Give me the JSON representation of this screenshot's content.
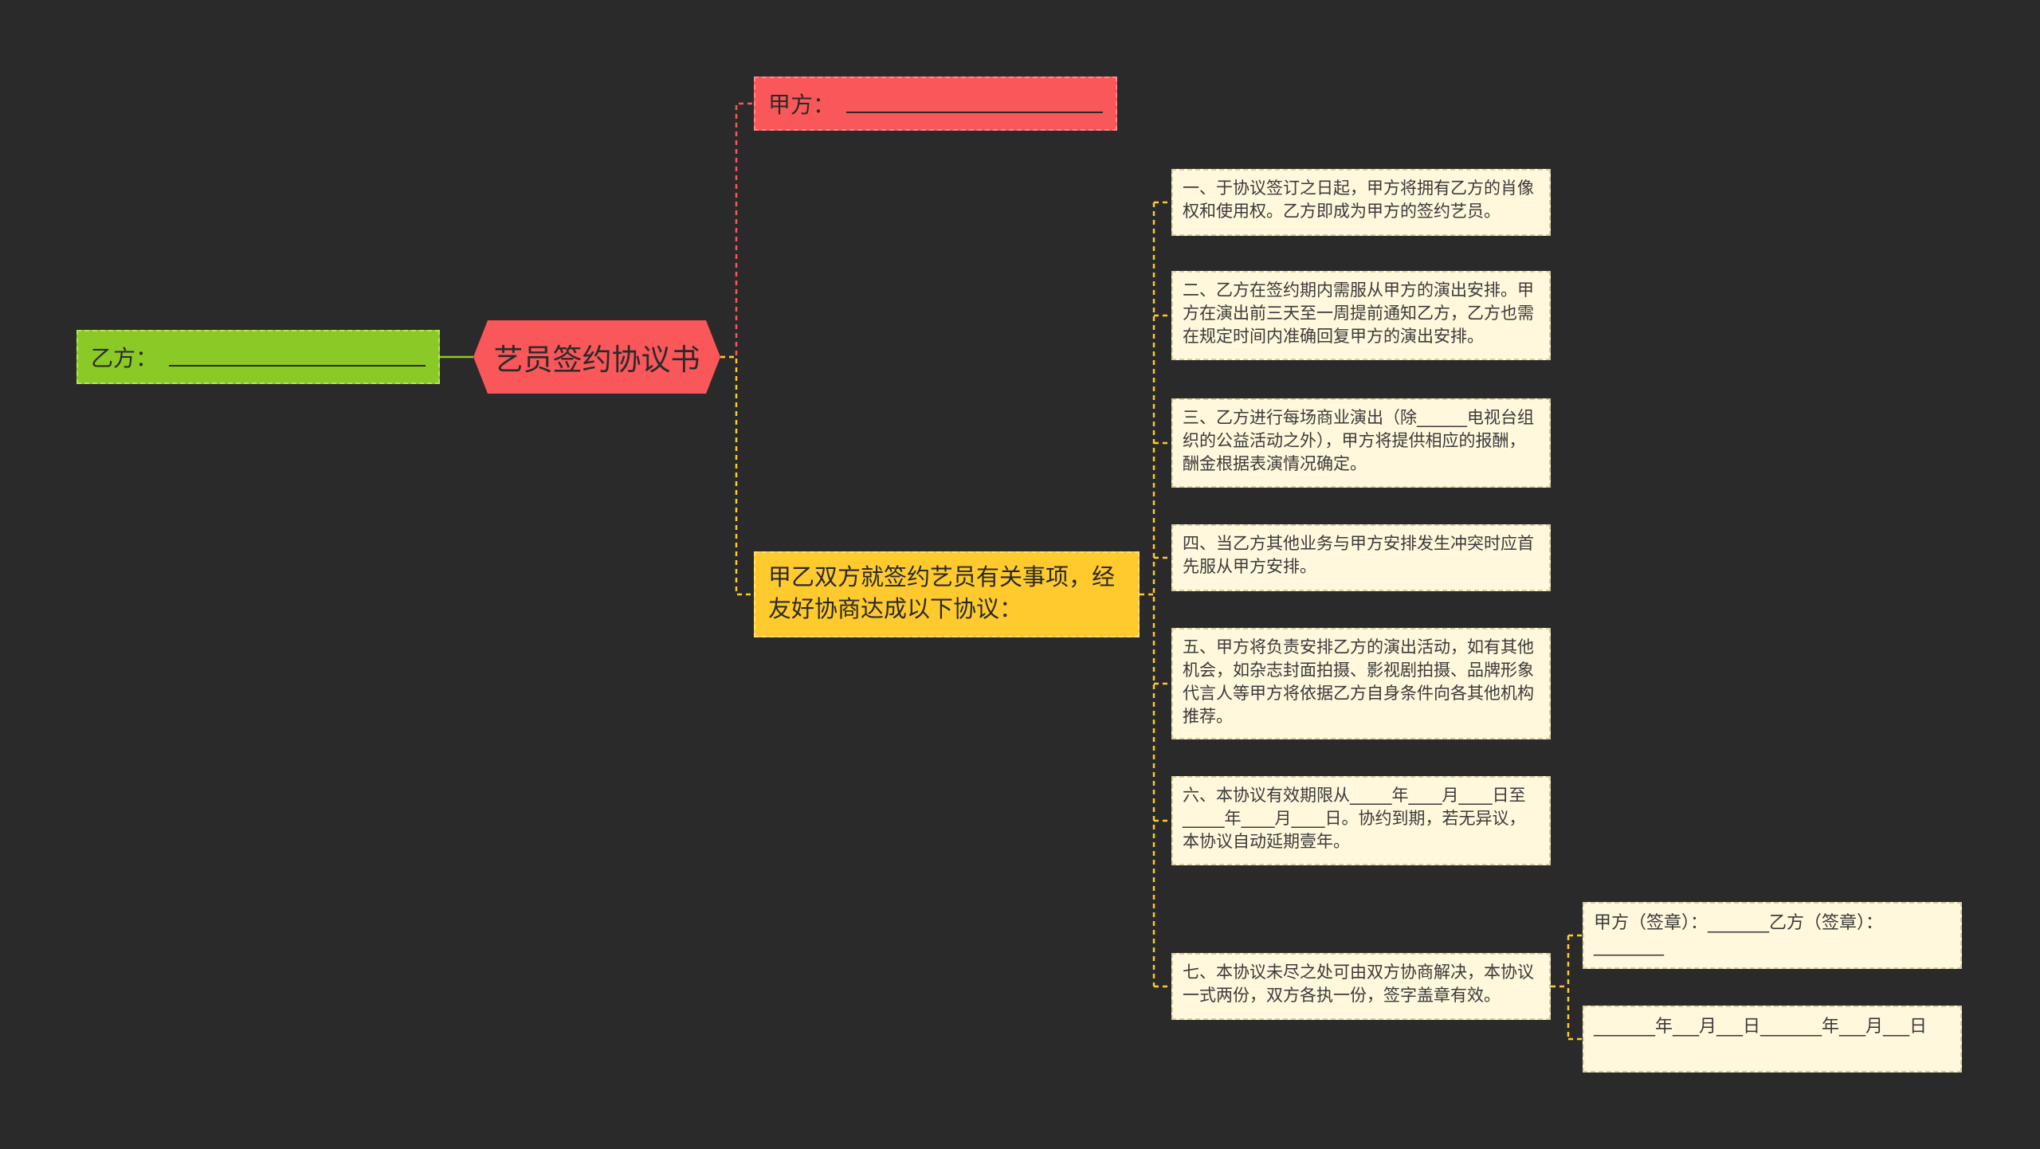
{
  "root": {
    "title": "艺员签约协议书"
  },
  "left_branch": {
    "label": "乙方："
  },
  "right_branches": {
    "party_a": {
      "label": "甲方："
    },
    "agreement": {
      "label": "甲乙双方就签约艺员有关事项，经友好协商达成以下协议：",
      "clauses": [
        "一、于协议签订之日起，甲方将拥有乙方的肖像权和使用权。乙方即成为甲方的签约艺员。",
        "二、乙方在签约期内需服从甲方的演出安排。甲方在演出前三天至一周提前通知乙方，乙方也需在规定时间内准确回复甲方的演出安排。",
        "三、乙方进行每场商业演出（除______电视台组织的公益活动之外），甲方将提供相应的报酬，酬金根据表演情况确定。",
        "四、当乙方其他业务与甲方安排发生冲突时应首先服从甲方安排。",
        "五、甲方将负责安排乙方的演出活动，如有其他机会，如杂志封面拍摄、影视剧拍摄、品牌形象代言人等甲方将依据乙方自身条件向各其他机构推荐。",
        "六、本协议有效期限从_____年____月____日至_____年____月____日。协约到期，若无异议，本协议自动延期壹年。",
        "七、本协议未尽之处可由双方协商解决，本协议一式两份，双方各执一份，签字盖章有效。"
      ],
      "signatures": [
        "甲方（签章）：_______乙方（签章）：________",
        "_______年___月___日_______年___月___日"
      ]
    }
  },
  "colors": {
    "background": "#2a2a2a",
    "root": "#f9575a",
    "party_b": "#8ac926",
    "party_a": "#f9575a",
    "agreement": "#ffca2e",
    "clause": "#fff8dc"
  }
}
